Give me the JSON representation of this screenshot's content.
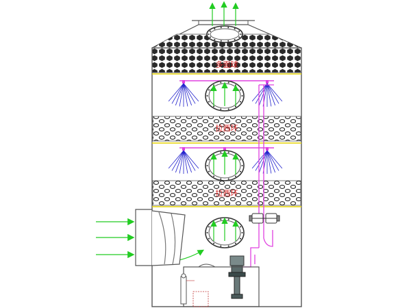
{
  "labels": {
    "top_packing": "多面球",
    "mid_packing": "拉西环",
    "low_packing": "拉西环"
  },
  "colors": {
    "outline": "#555555",
    "packing": "#333333",
    "spray": "#2020cc",
    "pipe": "#e040e0",
    "flow": "#22cc22",
    "yellow_line": "#e6d400",
    "label": "#d42020"
  },
  "icons": {
    "pump": "centrifugal-pump-icon",
    "valve": "valve-icon",
    "flange": "manhole-flange-icon"
  }
}
